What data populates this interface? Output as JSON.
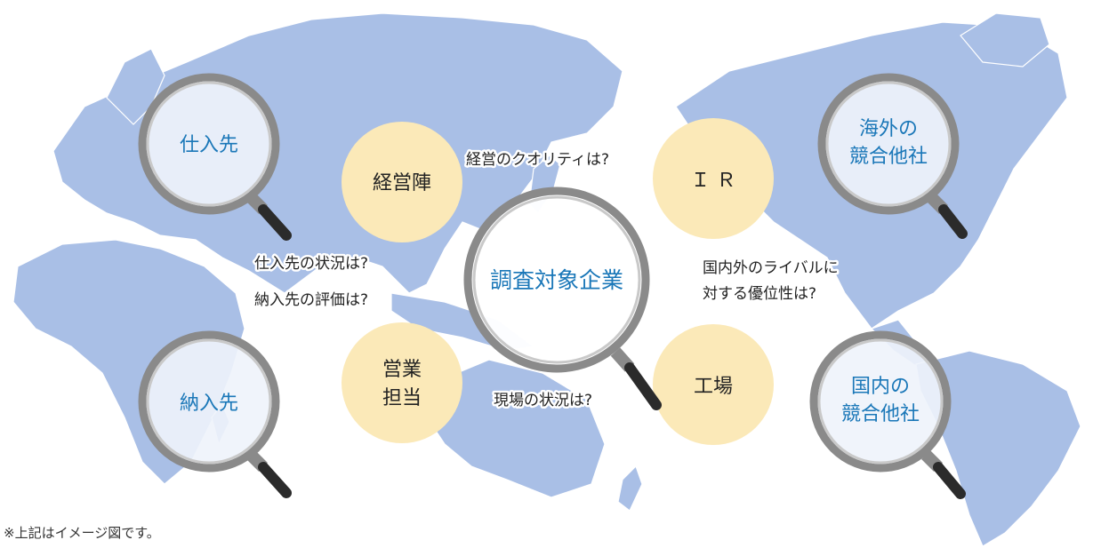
{
  "lenses": {
    "supplier": "仕入先",
    "customer": "納入先",
    "target": "調査対象企業",
    "overseas_competitors": [
      "海外の",
      "競合他社"
    ],
    "domestic_competitors": [
      "国内の",
      "競合他社"
    ]
  },
  "bubbles": {
    "management": "経営陣",
    "ir": "Ｉ Ｒ",
    "sales": [
      "営業",
      "担当"
    ],
    "factory": "工場"
  },
  "questions": {
    "management_quality": "経営のクオリティは?",
    "supplier_status": "仕入先の状況は?",
    "customer_evaluation": "納入先の評価は?",
    "rivals": [
      "国内外のライバルに",
      "対する優位性は?"
    ],
    "site_status": "現場の状況は?"
  },
  "note": "※上記はイメージ図です。",
  "colors": {
    "land": "#a9bfe6",
    "bubble": "#fbe9b8",
    "lens_text": "#1a77b8",
    "lens_ring": "#8a8a8a",
    "handle": "#2b2b2b"
  }
}
